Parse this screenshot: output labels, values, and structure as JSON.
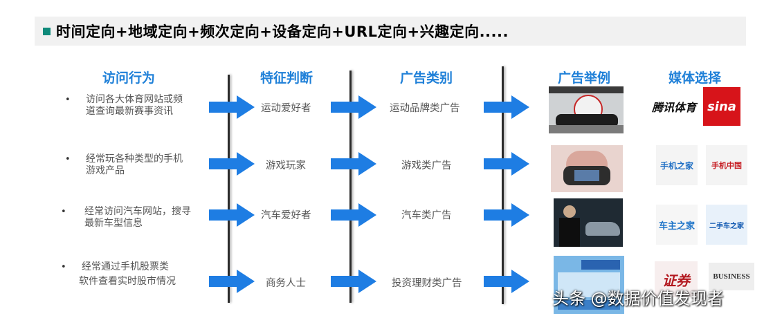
{
  "title": "时间定向+地域定向+频次定向+设备定向+URL定向+兴趣定向.....",
  "headers": [
    "访问行为",
    "特征判断",
    "广告类别",
    "广告举例",
    "媒体选择"
  ],
  "rows": [
    {
      "behavior": [
        "访问各大体育网站或频",
        "道查询最新赛事资讯"
      ],
      "feature": "运动爱好者",
      "category": "运动品牌类广告",
      "media": [
        "腾讯体育",
        "sina"
      ]
    },
    {
      "behavior": [
        "经常玩各种类型的手机",
        "游戏产品"
      ],
      "feature": "游戏玩家",
      "category": "游戏类广告",
      "media": [
        "手机之家",
        "手机中国"
      ]
    },
    {
      "behavior": [
        "经常访问汽车网站，搜寻",
        "最新车型信息"
      ],
      "feature": "汽车爱好者",
      "category": "汽车类广告",
      "media": [
        "车主之家",
        "二手车之家"
      ]
    },
    {
      "behavior": [
        "经常通过手机股票类",
        "软件查看实时股市情况"
      ],
      "feature": "商务人士",
      "category": "投资理财类广告",
      "media": [
        "证券",
        "BUSINESS"
      ]
    }
  ],
  "watermark": "头条 @数据价值发现者",
  "colors": {
    "accent": "#1f80d8",
    "arrow": "#1e7de3",
    "title_bullet": "#0f8a7a"
  }
}
